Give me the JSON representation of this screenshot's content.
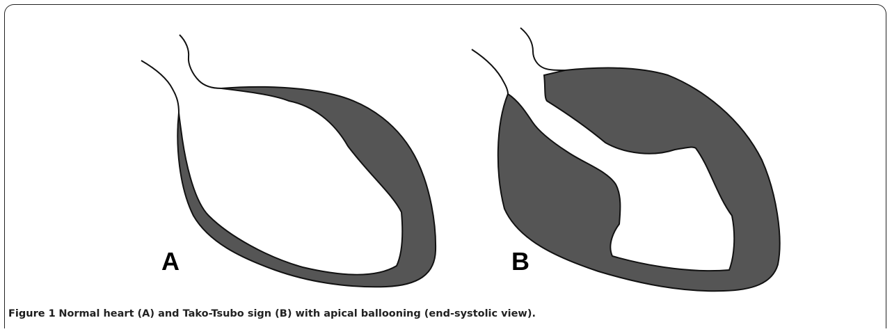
{
  "figure": {
    "panels": [
      {
        "label": "A"
      },
      {
        "label": "B"
      }
    ],
    "caption_label": "Figure 1",
    "caption_text": "Normal heart (A) and Tako-Tsubo sign (B) with apical ballooning (end-systolic view).",
    "colors": {
      "myocardium_fill": "#555555",
      "outline": "#111111",
      "cavity": "#ffffff"
    }
  }
}
